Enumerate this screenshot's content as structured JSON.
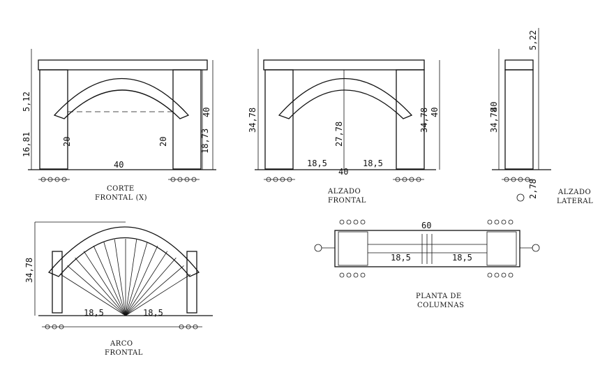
{
  "views": {
    "corte_frontal": {
      "title_line1": "CORTE",
      "title_line2": "FRONTAL (X)",
      "dims": {
        "span": "40",
        "left_low": "16,81",
        "left_high": "5,12",
        "inner": "20",
        "inner2": "20",
        "right_a": "18,73",
        "right_b": "40"
      }
    },
    "alzado_frontal": {
      "title_line1": "ALZADO",
      "title_line2": "FRONTAL",
      "dims": {
        "span": "40",
        "half_left": "18,5",
        "half_right": "18,5",
        "height": "34,78",
        "mid": "27,78",
        "right": "34,78",
        "right2": "40"
      }
    },
    "alzado_lateral": {
      "title_line1": "ALZADO",
      "title_line2": "LATERAL",
      "dims": {
        "top": "5,22",
        "height": "34,78",
        "height2": "40",
        "base": "2,78"
      }
    },
    "arco_frontal": {
      "title_line1": "ARCO",
      "title_line2": "FRONTAL",
      "dims": {
        "height": "34,78",
        "half_left": "18,5",
        "half_right": "18,5"
      }
    },
    "planta_columnas": {
      "title_line1": "PLANTA DE",
      "title_line2": "COLUMNAS",
      "dims": {
        "length": "60",
        "half_left": "18,5",
        "half_right": "18,5"
      }
    }
  }
}
